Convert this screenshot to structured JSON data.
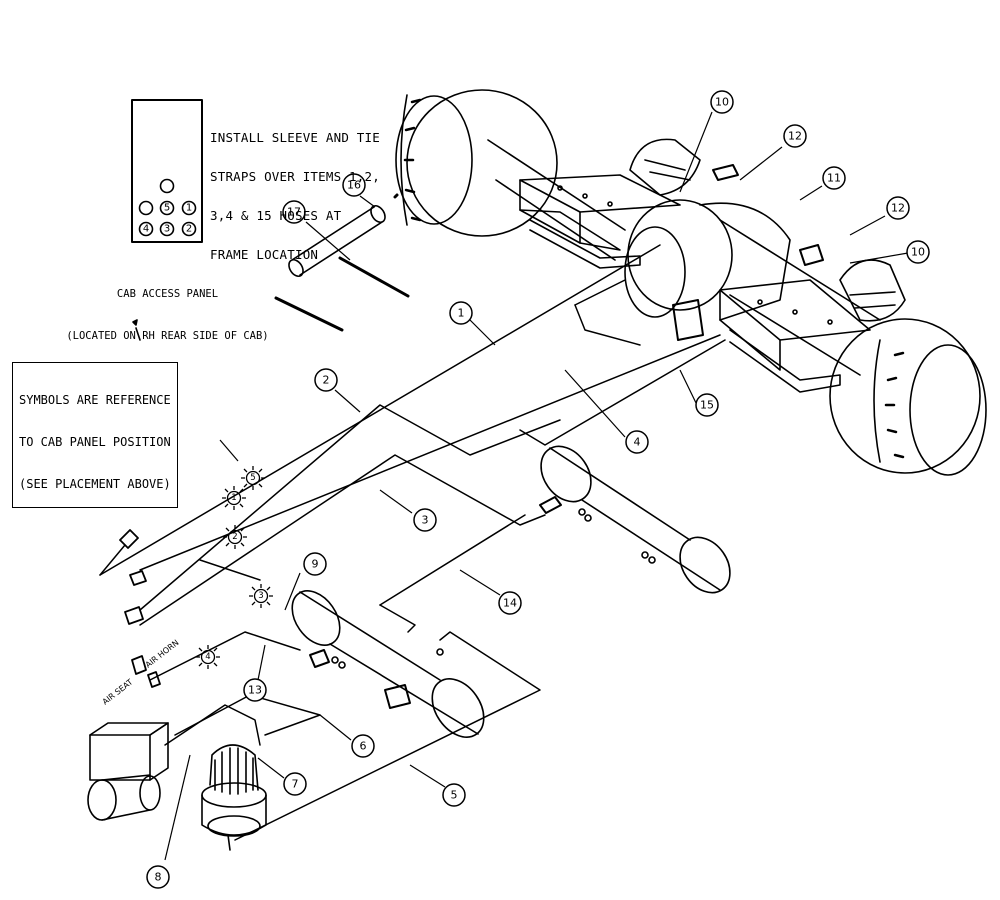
{
  "install_note": {
    "lines": [
      "INSTALL SLEEVE AND TIE",
      "STRAPS OVER ITEMS 1,2,",
      "3,4 & 15 HOSES AT",
      "FRAME LOCATION"
    ]
  },
  "cab_panel": {
    "title": "CAB ACCESS PANEL",
    "subtitle": "(LOCATED ON RH REAR SIDE OF CAB)",
    "positions": [
      "5",
      "1",
      "4",
      "3",
      "2"
    ]
  },
  "reference_note": {
    "lines": [
      "SYMBOLS ARE REFERENCE",
      "TO CAB PANEL POSITION",
      "(SEE PLACEMENT ABOVE)"
    ]
  },
  "valve_labels": {
    "air_seat": "AIR SEAT",
    "air_horn": "AIR HORN"
  },
  "callouts": [
    "1",
    "2",
    "3",
    "4",
    "5",
    "6",
    "7",
    "8",
    "9",
    "10",
    "10",
    "11",
    "12",
    "12",
    "13",
    "14",
    "15",
    "16",
    "17"
  ],
  "star_symbols": [
    "5",
    "1",
    "2",
    "3",
    "4"
  ]
}
